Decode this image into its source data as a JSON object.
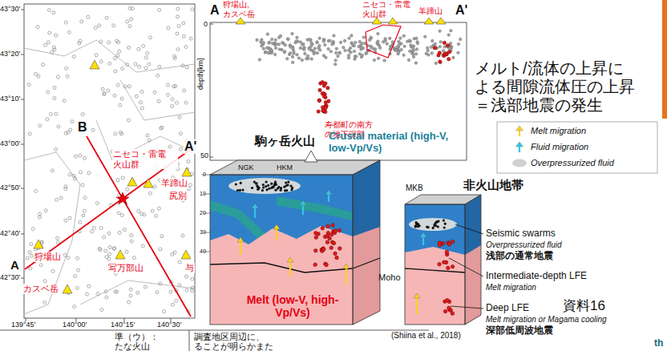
{
  "diagram": {
    "labels": [
      "43°30'",
      "43°20'",
      "43°10'",
      "43°00'",
      "42°50'",
      "42°40'",
      "42°30'",
      "139°45'",
      "140°00'",
      "140°15'",
      "140°30'",
      "B",
      "A'",
      "ニセコ・雷電 火山群",
      "羊蹄山",
      "尻別",
      "狩場山",
      "写万部山",
      "カスベ岳",
      "A",
      "与",
      "A",
      "狩場山, カスベ岳",
      "ニセコ・雷電 火山群",
      "羊蹄山",
      "A'",
      "depth[km]",
      "0",
      "50",
      "寿都町の南方 の地下深部",
      "メルト/流体の上昇に よる間隙流体圧の上昇 ＝浅部地震の発生",
      "駒ヶ岳火山",
      "Crustal material (high-V, low-Vp/Vs)",
      "NGK",
      "HKM",
      "非火山地帯",
      "MKB",
      "Seismic swarms",
      "Overpressurized fluid",
      "浅部の通常地震",
      "Intermediate-depth LFE",
      "Melt migration",
      "Deep LFE",
      "資料16",
      "Melt migration or Magama cooling",
      "深部低周波地震",
      "Moho",
      "Melt (low-V, high-Vp/Vs)",
      "(Shiina et al., 2018)",
      "0",
      "10",
      "20",
      "30",
      "40",
      "準（ウ）：",
      "たな火山",
      "調査地区周辺に、",
      "ることが明らかまた",
      "th"
    ],
    "legend": [
      {
        "text": "Melt migration"
      },
      {
        "text": "Fluid migration"
      },
      {
        "text": "Overpressurized fluid",
        "color": "#d0d0d0"
      }
    ]
  }
}
